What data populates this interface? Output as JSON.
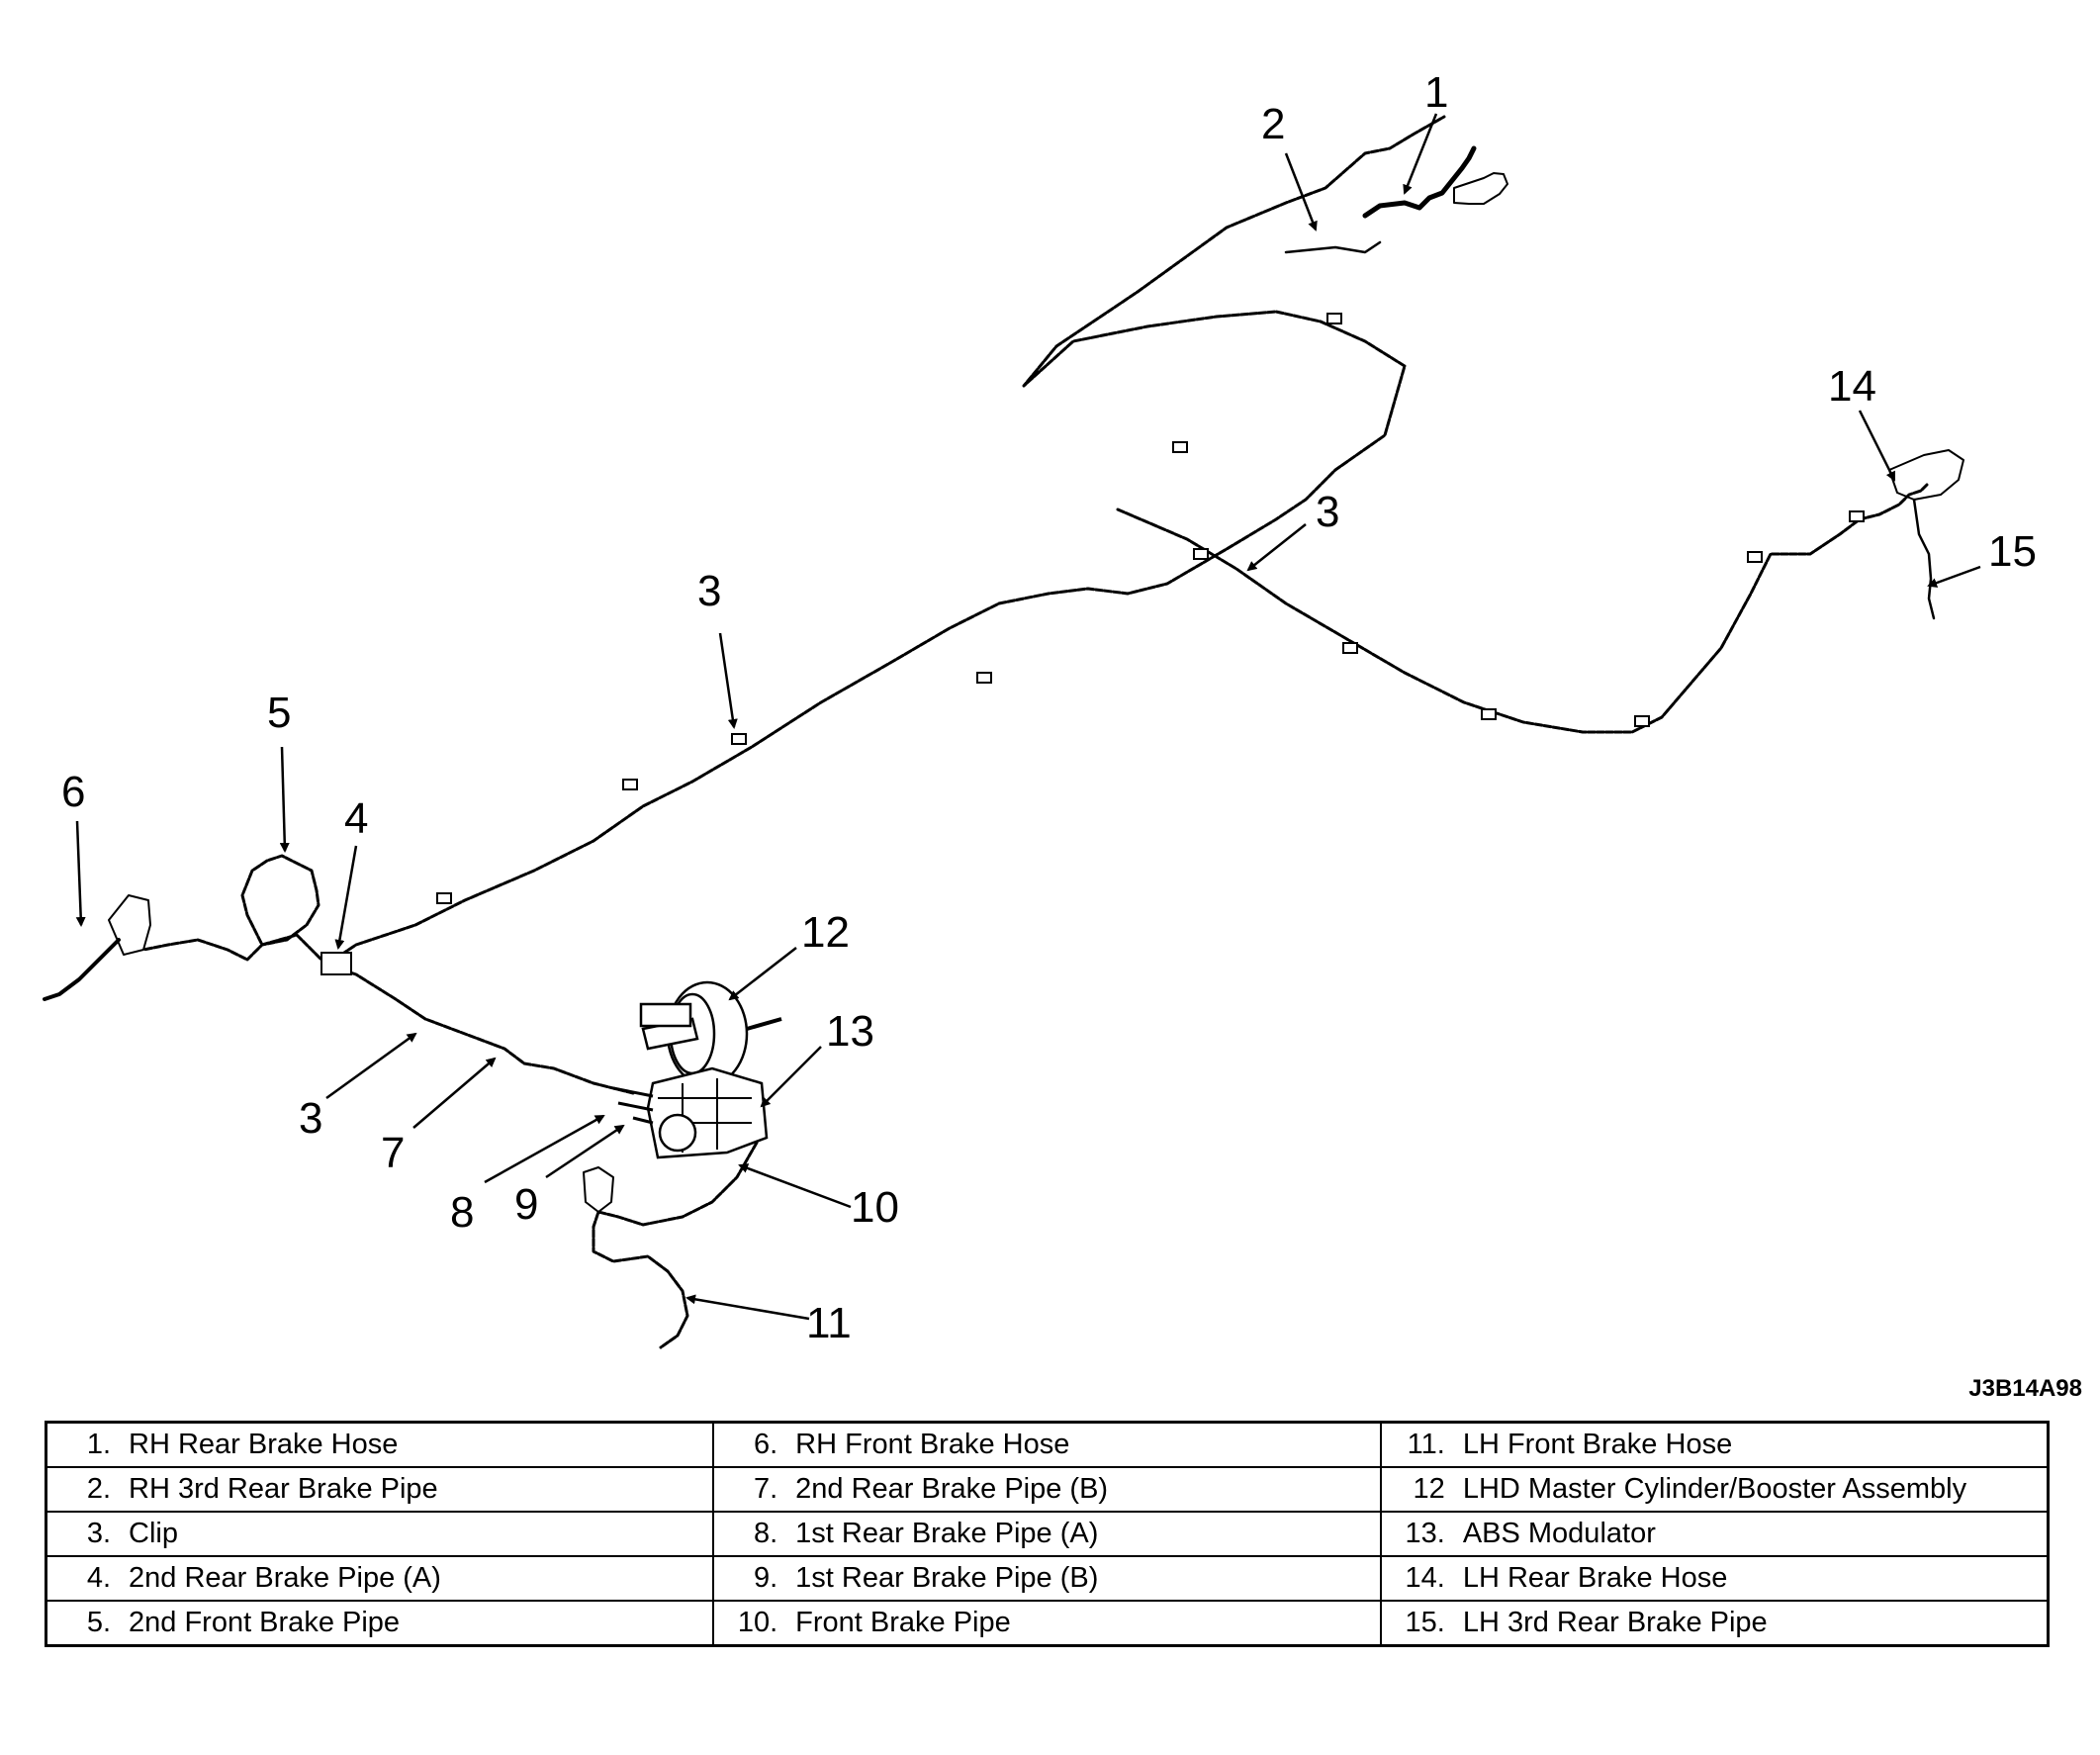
{
  "diagram": {
    "callouts": [
      {
        "id": "1",
        "text": "1"
      },
      {
        "id": "2",
        "text": "2"
      },
      {
        "id": "3a",
        "text": "3"
      },
      {
        "id": "3b",
        "text": "3"
      },
      {
        "id": "3c",
        "text": "3"
      },
      {
        "id": "4",
        "text": "4"
      },
      {
        "id": "5",
        "text": "5"
      },
      {
        "id": "6",
        "text": "6"
      },
      {
        "id": "7",
        "text": "7"
      },
      {
        "id": "8",
        "text": "8"
      },
      {
        "id": "9",
        "text": "9"
      },
      {
        "id": "10",
        "text": "10"
      },
      {
        "id": "11",
        "text": "11"
      },
      {
        "id": "12",
        "text": "12"
      },
      {
        "id": "13",
        "text": "13"
      },
      {
        "id": "14",
        "text": "14"
      },
      {
        "id": "15",
        "text": "15"
      }
    ],
    "figure_code": "J3B14A98"
  },
  "legend": {
    "rows": [
      [
        {
          "num": "1.",
          "label": "RH Rear Brake Hose"
        },
        {
          "num": "6.",
          "label": "RH Front Brake Hose"
        },
        {
          "num": "11.",
          "label": "LH Front Brake Hose"
        }
      ],
      [
        {
          "num": "2.",
          "label": "RH 3rd Rear Brake Pipe"
        },
        {
          "num": "7.",
          "label": "2nd Rear Brake Pipe (B)"
        },
        {
          "num": "12",
          "label": "LHD Master Cylinder/Booster Assembly"
        }
      ],
      [
        {
          "num": "3.",
          "label": "Clip"
        },
        {
          "num": "8.",
          "label": "1st Rear Brake Pipe (A)"
        },
        {
          "num": "13.",
          "label": "ABS Modulator"
        }
      ],
      [
        {
          "num": "4.",
          "label": "2nd Rear Brake Pipe (A)"
        },
        {
          "num": "9.",
          "label": "1st Rear Brake Pipe (B)"
        },
        {
          "num": "14.",
          "label": "LH Rear Brake Hose"
        }
      ],
      [
        {
          "num": "5.",
          "label": "2nd Front Brake Pipe"
        },
        {
          "num": "10.",
          "label": "Front Brake Pipe"
        },
        {
          "num": "15.",
          "label": "LH 3rd Rear Brake Pipe"
        }
      ]
    ]
  }
}
